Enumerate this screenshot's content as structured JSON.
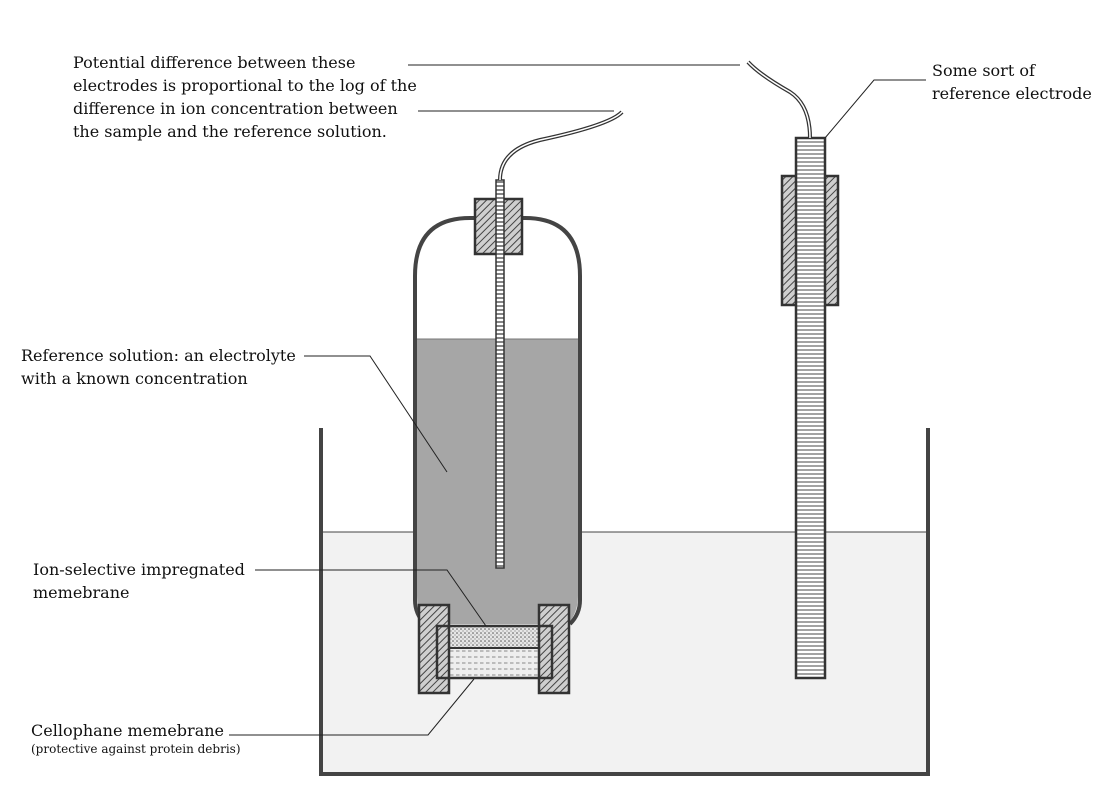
{
  "labels": {
    "potential": {
      "lines": [
        "Potential difference between these",
        "electrodes is proportional  to the log of the",
        "difference in ion concentration between",
        "the sample and the reference solution."
      ]
    },
    "reference_electrode": {
      "lines": [
        "Some sort of",
        "reference electrode"
      ]
    },
    "reference_solution": {
      "lines": [
        "Reference solution: an electrolyte",
        "with a known concentration"
      ]
    },
    "ion_selective": {
      "lines": [
        "Ion-selective impregnated",
        "memebrane"
      ]
    },
    "cellophane": {
      "title": "Cellophane memebrane",
      "note": "(protective against protein debris)"
    }
  },
  "colors": {
    "outline": "#3a3a3a",
    "reference_solution_fill": "#a6a6a6",
    "sample_fill": "#f2f2f2",
    "hatch": "#555555"
  }
}
